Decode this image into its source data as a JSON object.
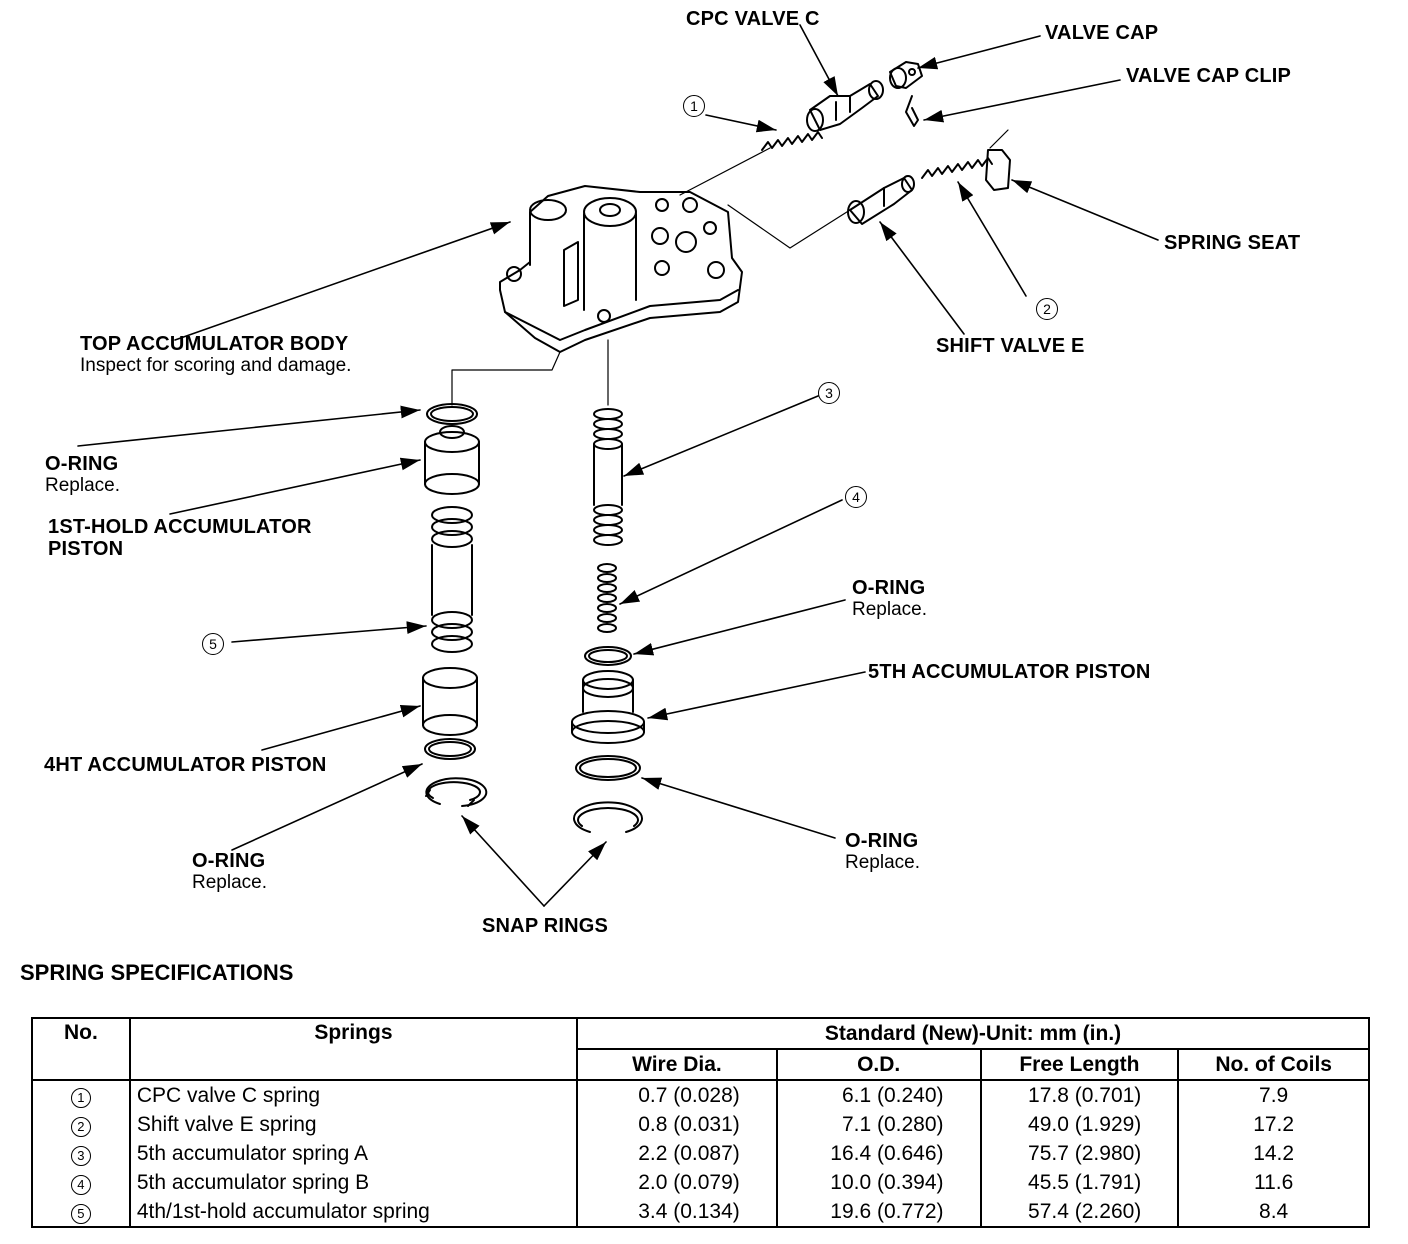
{
  "labels": {
    "cpc_valve_c": "CPC VALVE C",
    "valve_cap": "VALVE CAP",
    "valve_cap_clip": "VALVE  CAP CLIP",
    "spring_seat": "SPRING SEAT",
    "shift_valve_e": "SHIFT VALVE E",
    "top_accumulator_body": "TOP ACCUMULATOR BODY",
    "top_accumulator_note": "Inspect for scoring and damage.",
    "o_ring": "O-RING",
    "replace": "Replace.",
    "first_hold_piston_line1": "1ST-HOLD ACCUMULATOR",
    "first_hold_piston_line2": "PISTON",
    "fifth_piston": "5TH ACCUMULATOR PISTON",
    "fourth_piston": "4HT ACCUMULATOR PISTON",
    "snap_rings": "SNAP RINGS"
  },
  "callouts": [
    "1",
    "2",
    "3",
    "4",
    "5"
  ],
  "spec_title": "SPRING SPECIFICATIONS",
  "table": {
    "col_no": "No.",
    "col_springs": "Springs",
    "col_standard": "Standard (New)-Unit: mm (in.)",
    "col_wire": "Wire Dia.",
    "col_od": "O.D.",
    "col_free": "Free Length",
    "col_coils": "No. of Coils",
    "rows": [
      {
        "no": "1",
        "name": "CPC valve C spring",
        "wire": "0.7 (0.028)",
        "od": "6.1 (0.240)",
        "free": "17.8 (0.701)",
        "coils": "7.9"
      },
      {
        "no": "2",
        "name": "Shift valve E spring",
        "wire": "0.8 (0.031)",
        "od": "7.1 (0.280)",
        "free": "49.0 (1.929)",
        "coils": "17.2"
      },
      {
        "no": "3",
        "name": "5th accumulator spring A",
        "wire": "2.2 (0.087)",
        "od": "16.4 (0.646)",
        "free": "75.7 (2.980)",
        "coils": "14.2"
      },
      {
        "no": "4",
        "name": "5th accumulator spring B",
        "wire": "2.0 (0.079)",
        "od": "10.0 (0.394)",
        "free": "45.5 (1.791)",
        "coils": "11.6"
      },
      {
        "no": "5",
        "name": "4th/1st-hold accumulator spring",
        "wire": "3.4 (0.134)",
        "od": "19.6 (0.772)",
        "free": "57.4 (2.260)",
        "coils": "8.4"
      }
    ]
  }
}
